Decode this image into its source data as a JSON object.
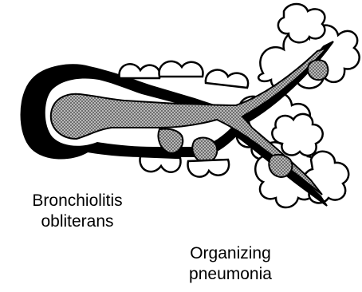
{
  "labels": {
    "bronchiolitis": {
      "line1": "Bronchiolitis",
      "line2": "obliterans"
    },
    "organizing": {
      "line1": "Organizing",
      "line2": "pneumonia"
    }
  },
  "colors": {
    "ink": "#000000",
    "paper": "#ffffff",
    "lumen_fill": "#8a8a8a"
  },
  "icons": [
    "bronchiole-airway-illustration"
  ]
}
